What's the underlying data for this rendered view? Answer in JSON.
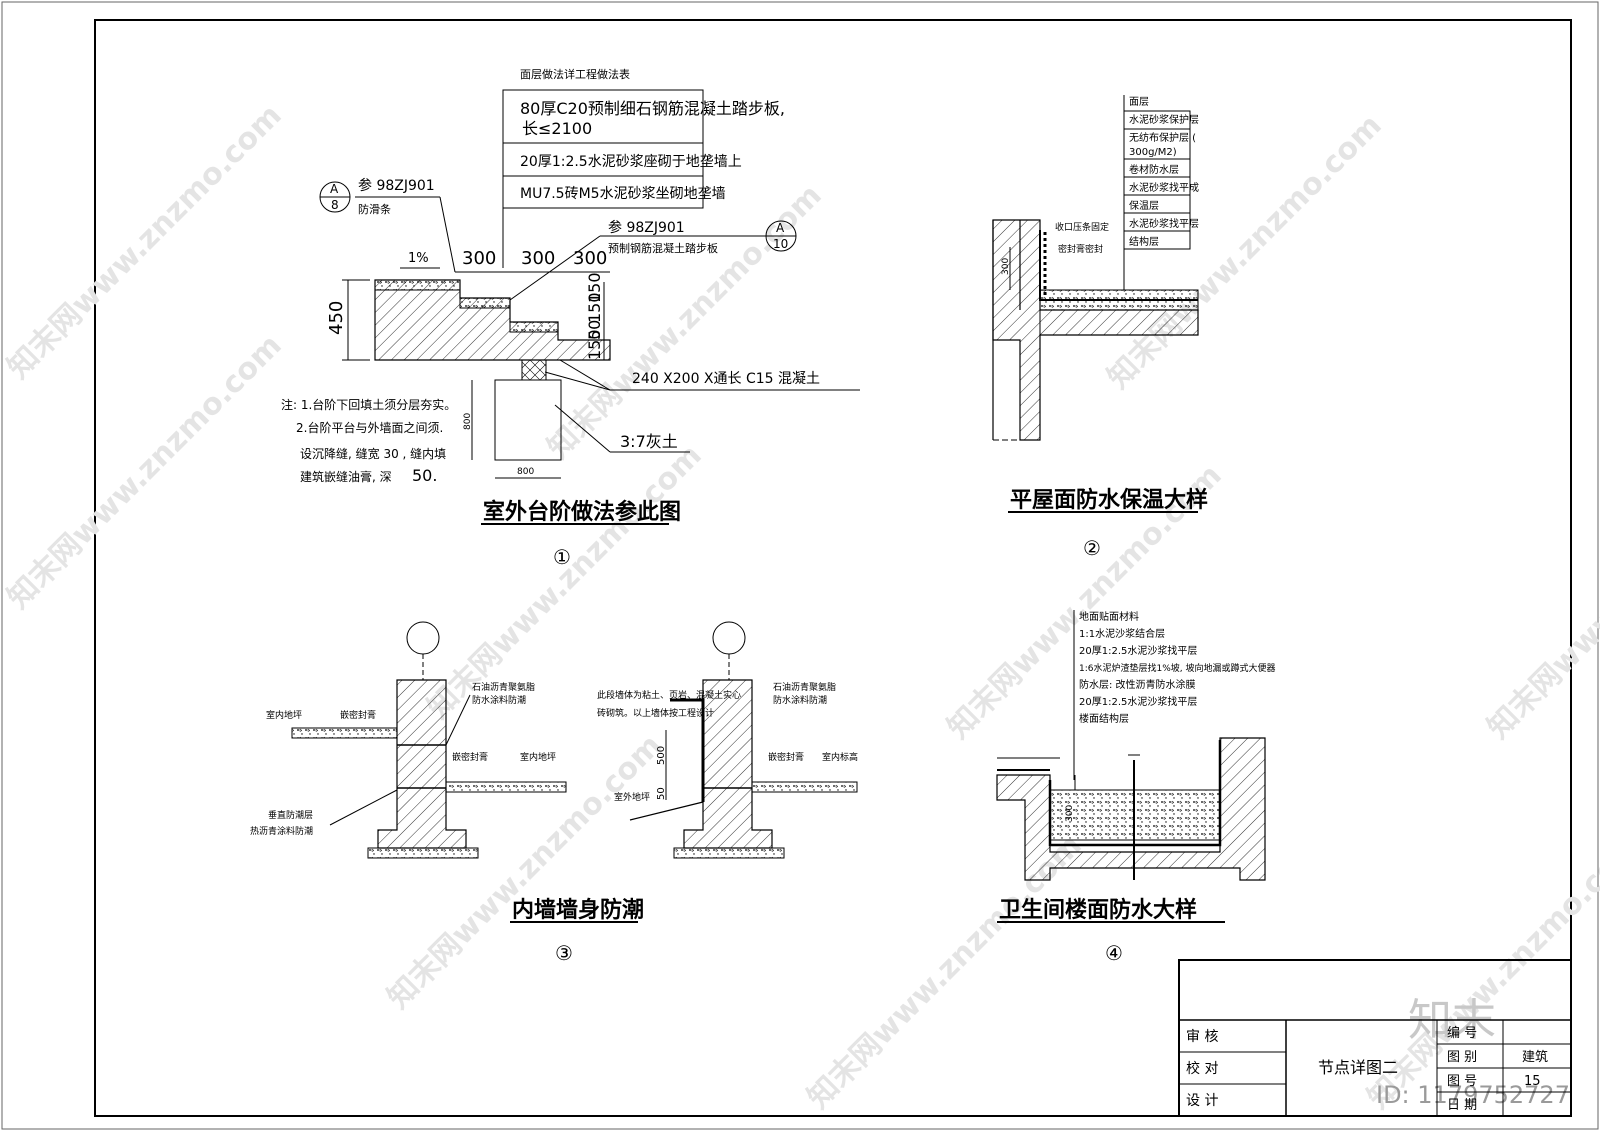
{
  "watermark": {
    "site": "知末网www.znzmo.com",
    "logo": "知末",
    "id": "ID: 1179752727"
  },
  "detail1": {
    "title": "室外台阶做法参此图",
    "number": "①",
    "table_header": "面层做法详工程做法表",
    "table_rows": [
      "80厚C20预制细石钢筋混凝土踏步板,",
      "长≤2100",
      "20厚1:2.5水泥砂浆座砌于地垄墙上",
      "MU7.5砖M5水泥砂浆坐砌地垄墙"
    ],
    "ref_a": {
      "top": "A",
      "bottom": "8",
      "text": "参 98ZJ901",
      "sub": "防滑条"
    },
    "ref_b": {
      "top": "A",
      "bottom": "10",
      "text": "参 98ZJ901",
      "sub": "预制钢筋混凝土踏步板"
    },
    "slope": "1%",
    "dims": [
      "300",
      "300",
      "300",
      "450",
      "150",
      "150",
      "50",
      "150",
      "800",
      "800"
    ],
    "beam": "240 X200    X通长 C15  混凝土",
    "lime": "3:7灰土",
    "notes": [
      "注: 1.台阶下回填土须分层夯实。",
      "2.台阶平台与外墙面之间须.",
      "设沉降缝, 缝宽 30 , 缝内填",
      "建筑嵌缝油膏, 深",
      "50."
    ]
  },
  "detail2": {
    "title": "平屋面防水保温大样",
    "number": "②",
    "layers": [
      "面层",
      "水泥砂浆保护层",
      "无纺布保护层 (",
      "300g/M2)",
      "卷材防水层",
      "水泥砂浆找平成",
      "保温层",
      "水泥砂浆找平层",
      "结构层"
    ],
    "labels": [
      "收口压条固定",
      "密封膏密封"
    ],
    "dim": "300"
  },
  "detail3": {
    "title": "内墙墙身防潮",
    "number": "③",
    "left_labels": [
      "室内地坪",
      "嵌密封膏",
      "垂直防潮层",
      "热沥青涂料防潮",
      "石油沥青聚氨脂",
      "防水涂料防潮",
      "嵌密封膏",
      "室内地坪"
    ],
    "right_labels": [
      "此段墙体为粘土、页岩、混凝土实心",
      "砖砌筑。以上墙体按工程设计",
      "石油沥青聚氨脂",
      "防水涂料防潮",
      "嵌密封膏",
      "室内标高",
      "室外地坪"
    ],
    "dims": [
      "500",
      "50"
    ]
  },
  "detail4": {
    "title": "卫生间楼面防水大样",
    "number": "④",
    "layers": [
      "地面贴面材料",
      "1:1水泥沙浆结合层",
      "20厚1:2.5水泥沙浆找平层",
      "1:6水泥炉渣垫层找1%坡, 坡向地漏或蹲式大便器",
      "防水层: 改性沥青防水涂膜",
      "20厚1:2.5水泥沙浆找平层",
      "楼面结构层"
    ],
    "dim": "300"
  },
  "titleblock": {
    "rows": [
      "审 核",
      "校 对",
      "设 计"
    ],
    "drawing_name": "节点详图二",
    "meta": [
      "编 号",
      "图 别",
      "图 号",
      "日 期"
    ],
    "discipline": "建筑",
    "sheet_no": "15"
  }
}
